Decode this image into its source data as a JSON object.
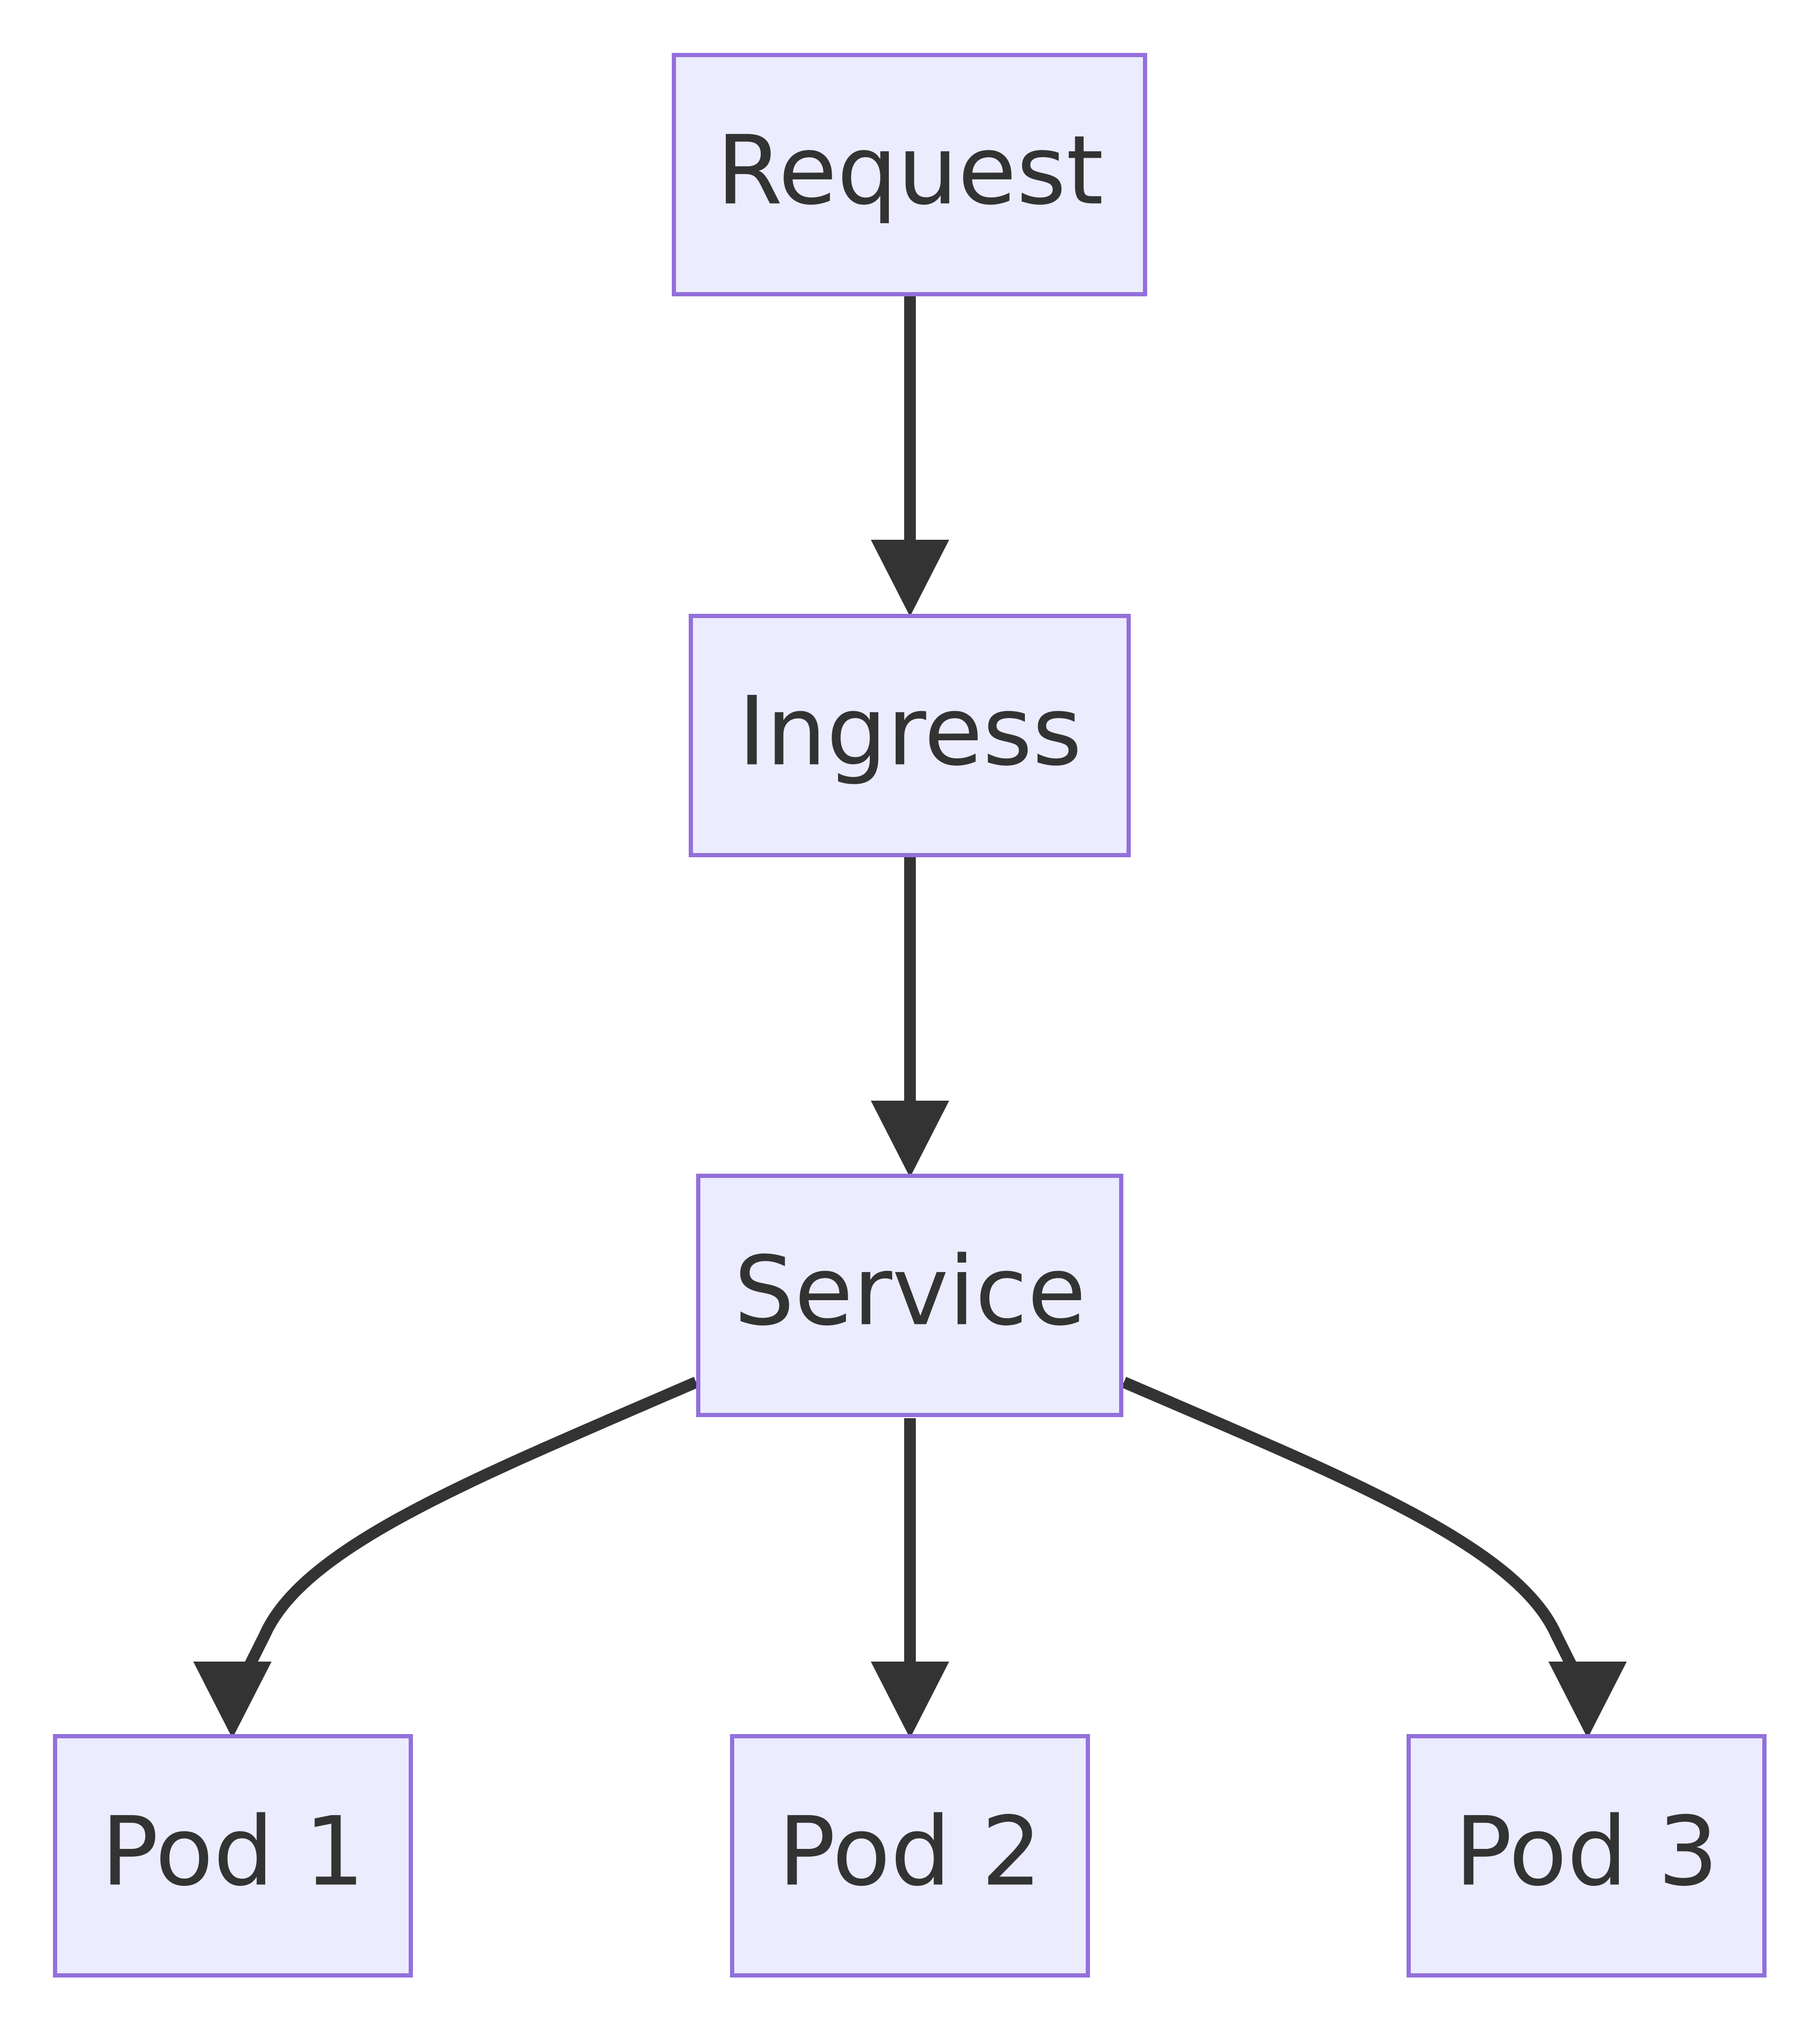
{
  "diagram": {
    "type": "flowchart",
    "direction": "top-down",
    "colors": {
      "node_fill": "#ececff",
      "node_stroke": "#9370db",
      "text": "#333333",
      "edge": "#333333",
      "background": "#ffffff"
    },
    "nodes": {
      "request": "Request",
      "ingress": "Ingress",
      "service": "Service",
      "pod1": "Pod 1",
      "pod2": "Pod 2",
      "pod3": "Pod 3"
    },
    "edges": [
      {
        "from": "request",
        "to": "ingress"
      },
      {
        "from": "ingress",
        "to": "service"
      },
      {
        "from": "service",
        "to": "pod1"
      },
      {
        "from": "service",
        "to": "pod2"
      },
      {
        "from": "service",
        "to": "pod3"
      }
    ]
  }
}
